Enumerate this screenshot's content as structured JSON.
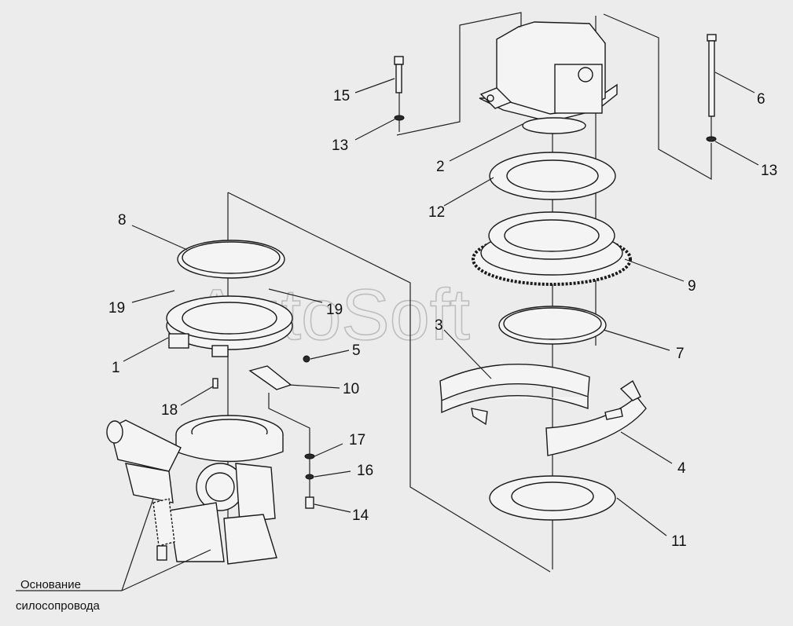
{
  "watermark": "AutoSoft",
  "caption": {
    "line1": "Основание",
    "line2": "силосопровода"
  },
  "labels": [
    {
      "id": "15",
      "text": "15"
    },
    {
      "id": "13a",
      "text": "13"
    },
    {
      "id": "2",
      "text": "2"
    },
    {
      "id": "6",
      "text": "6"
    },
    {
      "id": "13b",
      "text": "13"
    },
    {
      "id": "12",
      "text": "12"
    },
    {
      "id": "8",
      "text": "8"
    },
    {
      "id": "9",
      "text": "9"
    },
    {
      "id": "19a",
      "text": "19"
    },
    {
      "id": "19b",
      "text": "19"
    },
    {
      "id": "3",
      "text": "3"
    },
    {
      "id": "7",
      "text": "7"
    },
    {
      "id": "1",
      "text": "1"
    },
    {
      "id": "5",
      "text": "5"
    },
    {
      "id": "10",
      "text": "10"
    },
    {
      "id": "18",
      "text": "18"
    },
    {
      "id": "17",
      "text": "17"
    },
    {
      "id": "16",
      "text": "16"
    },
    {
      "id": "4",
      "text": "4"
    },
    {
      "id": "14",
      "text": "14"
    },
    {
      "id": "11",
      "text": "11"
    }
  ]
}
